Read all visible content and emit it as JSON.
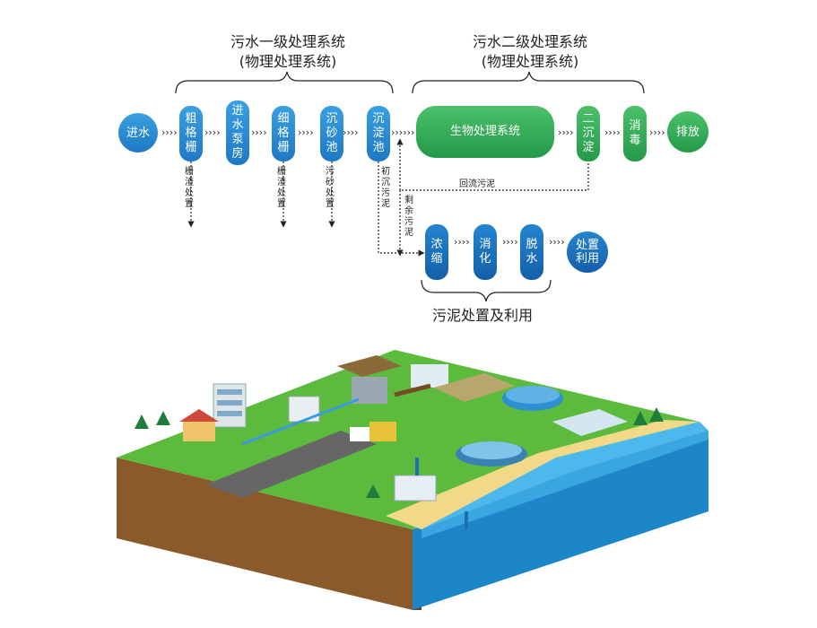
{
  "titles": {
    "primary_line1": "污水一级处理系统",
    "primary_line2": "(物理处理系统)",
    "secondary_line1": "污水二级处理系统",
    "secondary_line2": "(物理处理系统)",
    "sludge": "污泥处置及利用"
  },
  "nodes": {
    "inlet": "进水",
    "coarse_screen": "粗格栅",
    "pump_room": "进水泵房",
    "fine_screen": "细格栅",
    "grit_chamber": "沉砂池",
    "primary_settling": "沉淀池",
    "bio_system": "生物处理系统",
    "secondary_settling": "二沉淀",
    "disinfection": "消毒",
    "discharge": "排放",
    "thickening": "浓缩",
    "digestion": "消化",
    "dewatering": "脱水",
    "reuse": "处置利用"
  },
  "labels": {
    "screen_residue_1": "栅渣处置",
    "screen_residue_2": "栅渣处置",
    "grit_disposal": "污砂处置",
    "primary_sludge": "初沉污泥",
    "excess_sludge": "剩余污泥",
    "return_sludge": "回流污泥"
  },
  "colors": {
    "node_blue": "#2a8fd6",
    "node_dark_blue": "#1a6fb8",
    "node_green": "#33aa55",
    "grass": "#5cba3c",
    "soil": "#8a5a2b",
    "water": "#3aa6e0",
    "beach": "#f2d98a"
  }
}
